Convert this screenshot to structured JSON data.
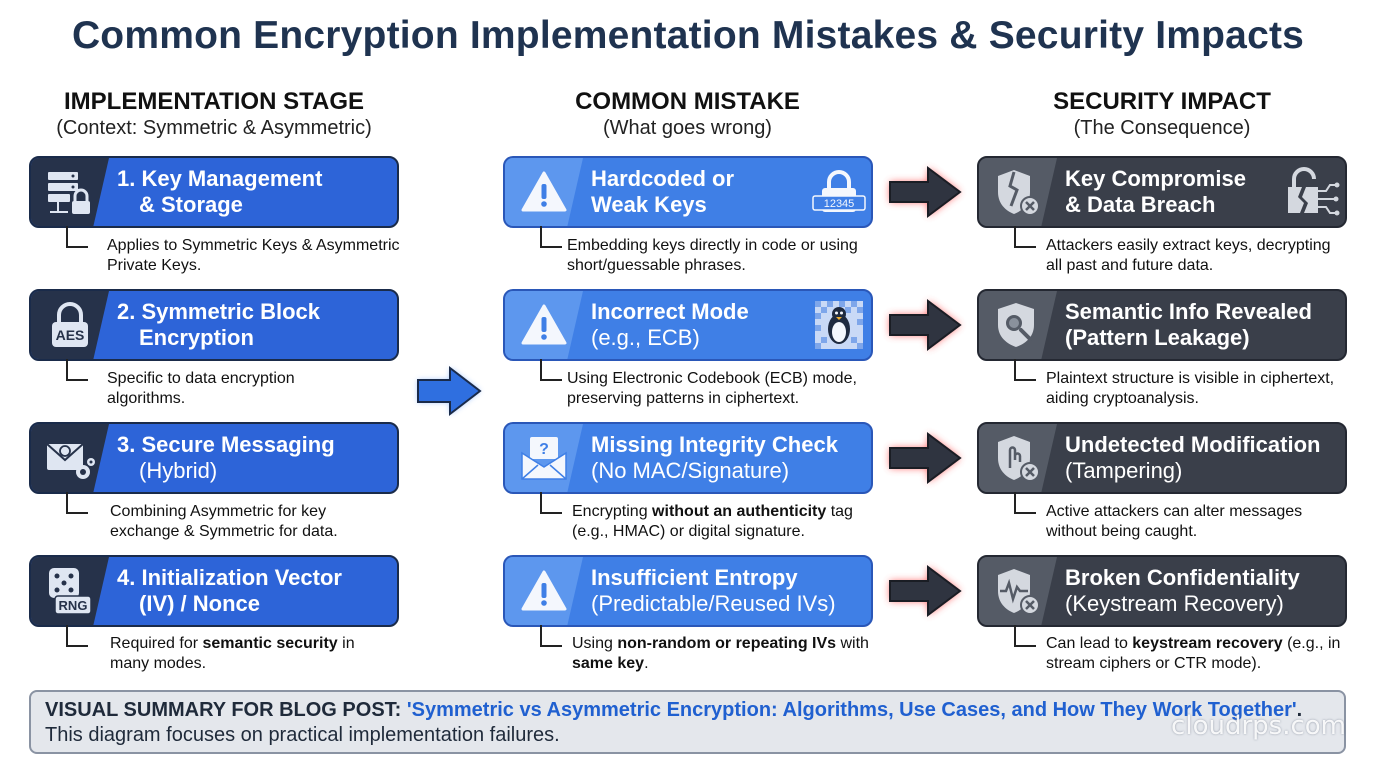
{
  "title": "Common Encryption Implementation Mistakes & Security Impacts",
  "columns": {
    "stage": {
      "heading": "IMPLEMENTATION STAGE",
      "sub": "(Context: Symmetric & Asymmetric)"
    },
    "mistake": {
      "heading": "COMMON MISTAKE",
      "sub": "(What goes wrong)"
    },
    "impact": {
      "heading": "SECURITY IMPACT",
      "sub": "(The Consequence)"
    }
  },
  "stages": [
    {
      "line1": "1. Key Management",
      "line2": "& Storage",
      "icon": "server-lock-icon",
      "note": "Applies to Symmetric Keys & Asymmetric Private Keys."
    },
    {
      "line1": "2. Symmetric Block",
      "line2": "Encryption",
      "icon": "aes-lock-icon",
      "icon_text": "AES",
      "note": "Specific to data encryption algorithms."
    },
    {
      "line1": "3. Secure Messaging",
      "line2": "(Hybrid)",
      "icon": "email-gear-icon",
      "note": "Combining Asymmetric for key exchange & Symmetric for data."
    },
    {
      "line1": "4. Initialization Vector",
      "line2": "(IV) / Nonce",
      "icon": "dice-rng-icon",
      "icon_text": "RNG",
      "note_pre": "Required for ",
      "note_bold": "semantic security",
      "note_post": " in many modes."
    }
  ],
  "mistakes": [
    {
      "line1": "Hardcoded or",
      "line2": "Weak Keys",
      "icon": "warning-icon",
      "ricon": "padlock-code-icon",
      "ricon_text": "12345",
      "note": "Embedding keys directly in code or using short/guessable phrases."
    },
    {
      "line1": "Incorrect Mode",
      "line2": "(e.g., ECB)",
      "icon": "warning-icon",
      "ricon": "ecb-penguin-icon",
      "note": "Using Electronic Codebook (ECB) mode, preserving patterns in ciphertext."
    },
    {
      "line1": "Missing Integrity Check",
      "line2": "(No MAC/Signature)",
      "icon": "question-envelope-icon",
      "note_pre": "Encrypting ",
      "note_bold": "without an authenticity",
      "note_post": " tag (e.g., HMAC) or digital signature."
    },
    {
      "line1": "Insufficient Entropy",
      "line2": "(Predictable/Reused IVs)",
      "icon": "warning-icon",
      "note_pre": "Using ",
      "note_bold": "non-random or repeating IVs",
      "note_mid": " with ",
      "note_bold2": "same key",
      "note_post": "."
    }
  ],
  "impacts": [
    {
      "line1": "Key Compromise",
      "line2": "& Data Breach",
      "icon": "broken-shield-icon",
      "ricon": "broken-lock-circuit-icon",
      "note": "Attackers easily extract keys, decrypting all past and future data."
    },
    {
      "line1": "Semantic Info Revealed",
      "line2": "(Pattern Leakage)",
      "icon": "shield-magnifier-icon",
      "note": "Plaintext structure is visible in ciphertext, aiding cryptoanalysis."
    },
    {
      "line1": "Undetected Modification",
      "line2": "(Tampering)",
      "icon": "shield-hand-icon",
      "note": "Active attackers can alter messages without being caught."
    },
    {
      "line1": "Broken Confidentiality",
      "line2": "(Keystream Recovery)",
      "icon": "shield-pulse-icon",
      "note_pre": "Can lead to ",
      "note_bold": "keystream recovery",
      "note_post": " (e.g., in stream ciphers or CTR mode)."
    }
  ],
  "banner": {
    "key": "VISUAL SUMMARY FOR BLOG POST: ",
    "quote": "'Symmetric vs Asymmetric Encryption: Algorithms, Use Cases, and How They Work Together'",
    "period": ".",
    "line2": "This diagram focuses on practical implementation failures."
  },
  "watermark": "cloudrps.com",
  "colors": {
    "stage_blue": "#2d64d8",
    "mistake_blue": "#3f7fe6",
    "impact_dark": "#3a3f4a",
    "arrow_glow": "#ff4a4a",
    "accent_blue": "#2060d0"
  }
}
